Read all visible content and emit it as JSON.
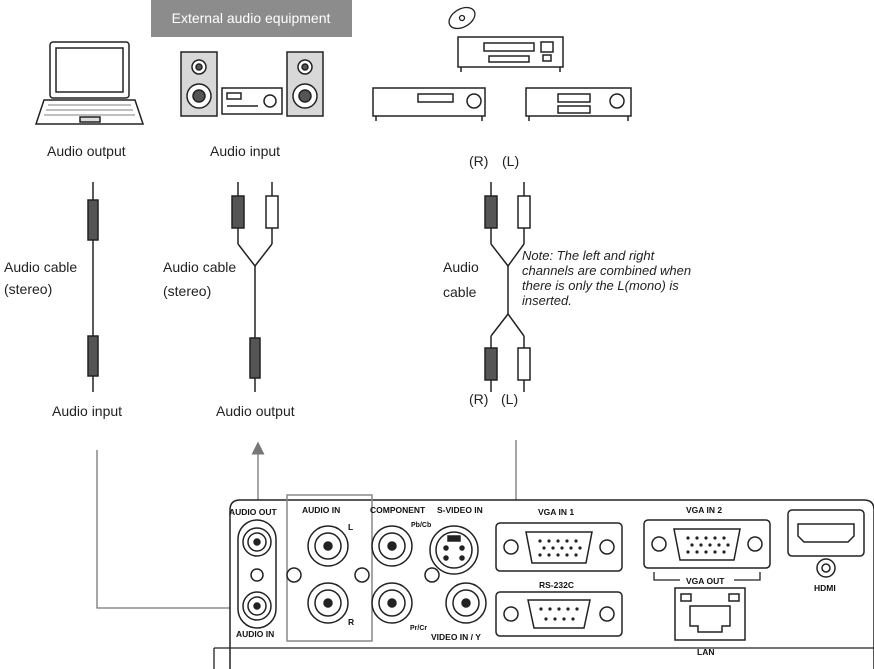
{
  "banner": {
    "text": "External audio equipment",
    "color": "#8c8c8c"
  },
  "devices": {
    "laptop_label": "Audio output",
    "speakers_label": "Audio input",
    "av_labels": {
      "right": "(R)",
      "left": "(L)"
    }
  },
  "cables": {
    "stereo_cable_1": {
      "line1": "Audio cable",
      "line2": "(stereo)",
      "end_label": "Audio input"
    },
    "stereo_cable_2": {
      "line1": "Audio cable",
      "line2": "(stereo)",
      "end_label": "Audio output"
    },
    "rca_cable": {
      "line1": "Audio",
      "line2": "cable",
      "bottom_right": "(R)",
      "bottom_left": "(L)"
    }
  },
  "note": {
    "line1": "Note: The left and right",
    "line2": "channels  are combined when",
    "line3": "there is only the L(mono) is",
    "line4": "inserted."
  },
  "panel": {
    "audio_out": "AUDIO OUT",
    "audio_in_top": "AUDIO IN",
    "audio_in_bottom": "AUDIO IN",
    "l_label": "L",
    "r_label": "R",
    "component": "COMPONENT",
    "pb_cb": "Pb/Cb",
    "pr_cr": "Pr/Cr",
    "s_video_in": "S-VIDEO IN",
    "video_in_y": "VIDEO IN / Y",
    "vga_in_1": "VGA IN 1",
    "vga_in_2": "VGA IN 2",
    "vga_out": "VGA OUT",
    "rs232c": "RS-232C",
    "lan": "LAN",
    "hdmi": "HDMI"
  }
}
